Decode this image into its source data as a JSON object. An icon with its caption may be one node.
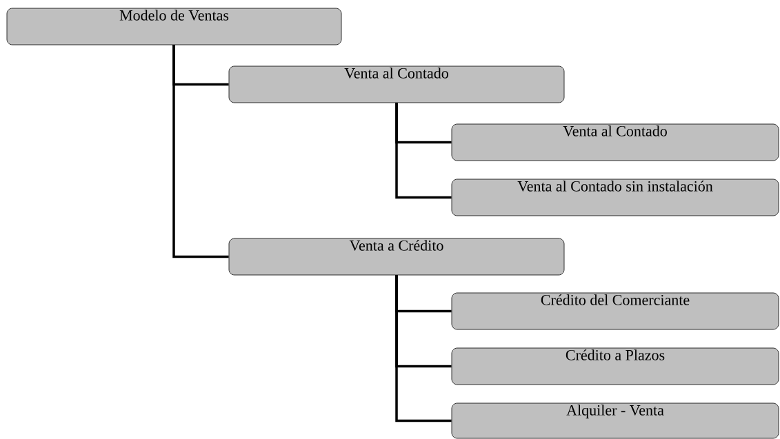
{
  "diagram": {
    "nodes": [
      {
        "text": [
          "Modelo de Ventas"
        ]
      },
      {
        "text": [
          "Venta al Contado"
        ]
      },
      {
        "text": [
          "Venta al Contado"
        ]
      },
      {
        "text": [
          "Venta al Contado sin instalación"
        ]
      },
      {
        "text": [
          "Venta a Crédito"
        ]
      },
      {
        "text": [
          "Crédito del Comerciante"
        ]
      },
      {
        "text": [
          "Crédito a Plazos"
        ]
      },
      {
        "text": [
          "Alquiler - Venta"
        ]
      }
    ],
    "edges": [
      {
        "from": 0,
        "to": 1,
        "arrow": "none"
      },
      {
        "from": 0,
        "to": 4,
        "arrow": "none"
      },
      {
        "from": 1,
        "to": 2,
        "arrow": "none"
      },
      {
        "from": 1,
        "to": 3,
        "arrow": "none"
      },
      {
        "from": 4,
        "to": 5,
        "arrow": "none"
      },
      {
        "from": 4,
        "to": 6,
        "arrow": "none"
      },
      {
        "from": 4,
        "to": 7,
        "arrow": "none"
      }
    ]
  }
}
